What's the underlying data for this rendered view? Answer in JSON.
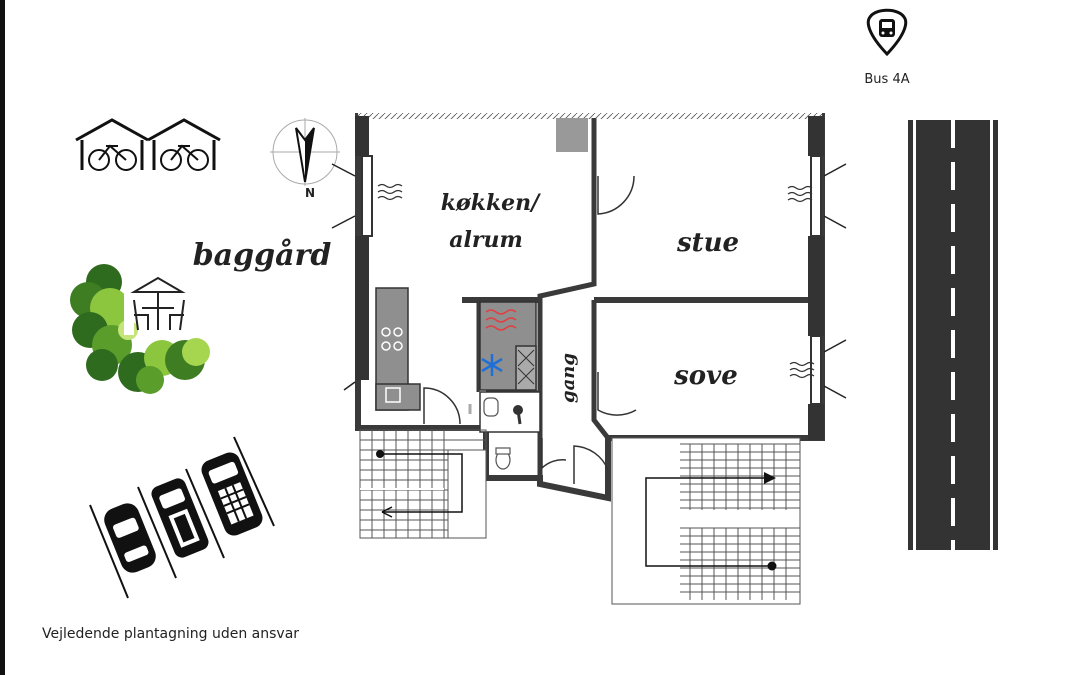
{
  "plan": {
    "rooms": {
      "kitchen_line1": "køkken/",
      "kitchen_line2": "alrum",
      "living": "stue",
      "bedroom": "sove",
      "hallway": "gang"
    },
    "yard_label": "baggård",
    "compass_label": "N",
    "bus_label": "Bus 4A",
    "disclaimer": "Vejledende plantagning uden ansvar"
  },
  "icons": {
    "bus": "bus-stop-pin-icon",
    "bike_shed": "bike-shed-icon",
    "compass": "compass-icon",
    "garden_table": "garden-table-icon",
    "parking": "car-parking-icon",
    "road": "road-icon",
    "stairs": "staircase-icon"
  },
  "colors": {
    "wall": "#3a3a3a",
    "counter": "#8f8f8f",
    "tree_dark": "#2f6b1e",
    "tree_light": "#8cc63f",
    "road": "#333333",
    "heat": "#e04040",
    "cool": "#1f6fd6"
  }
}
